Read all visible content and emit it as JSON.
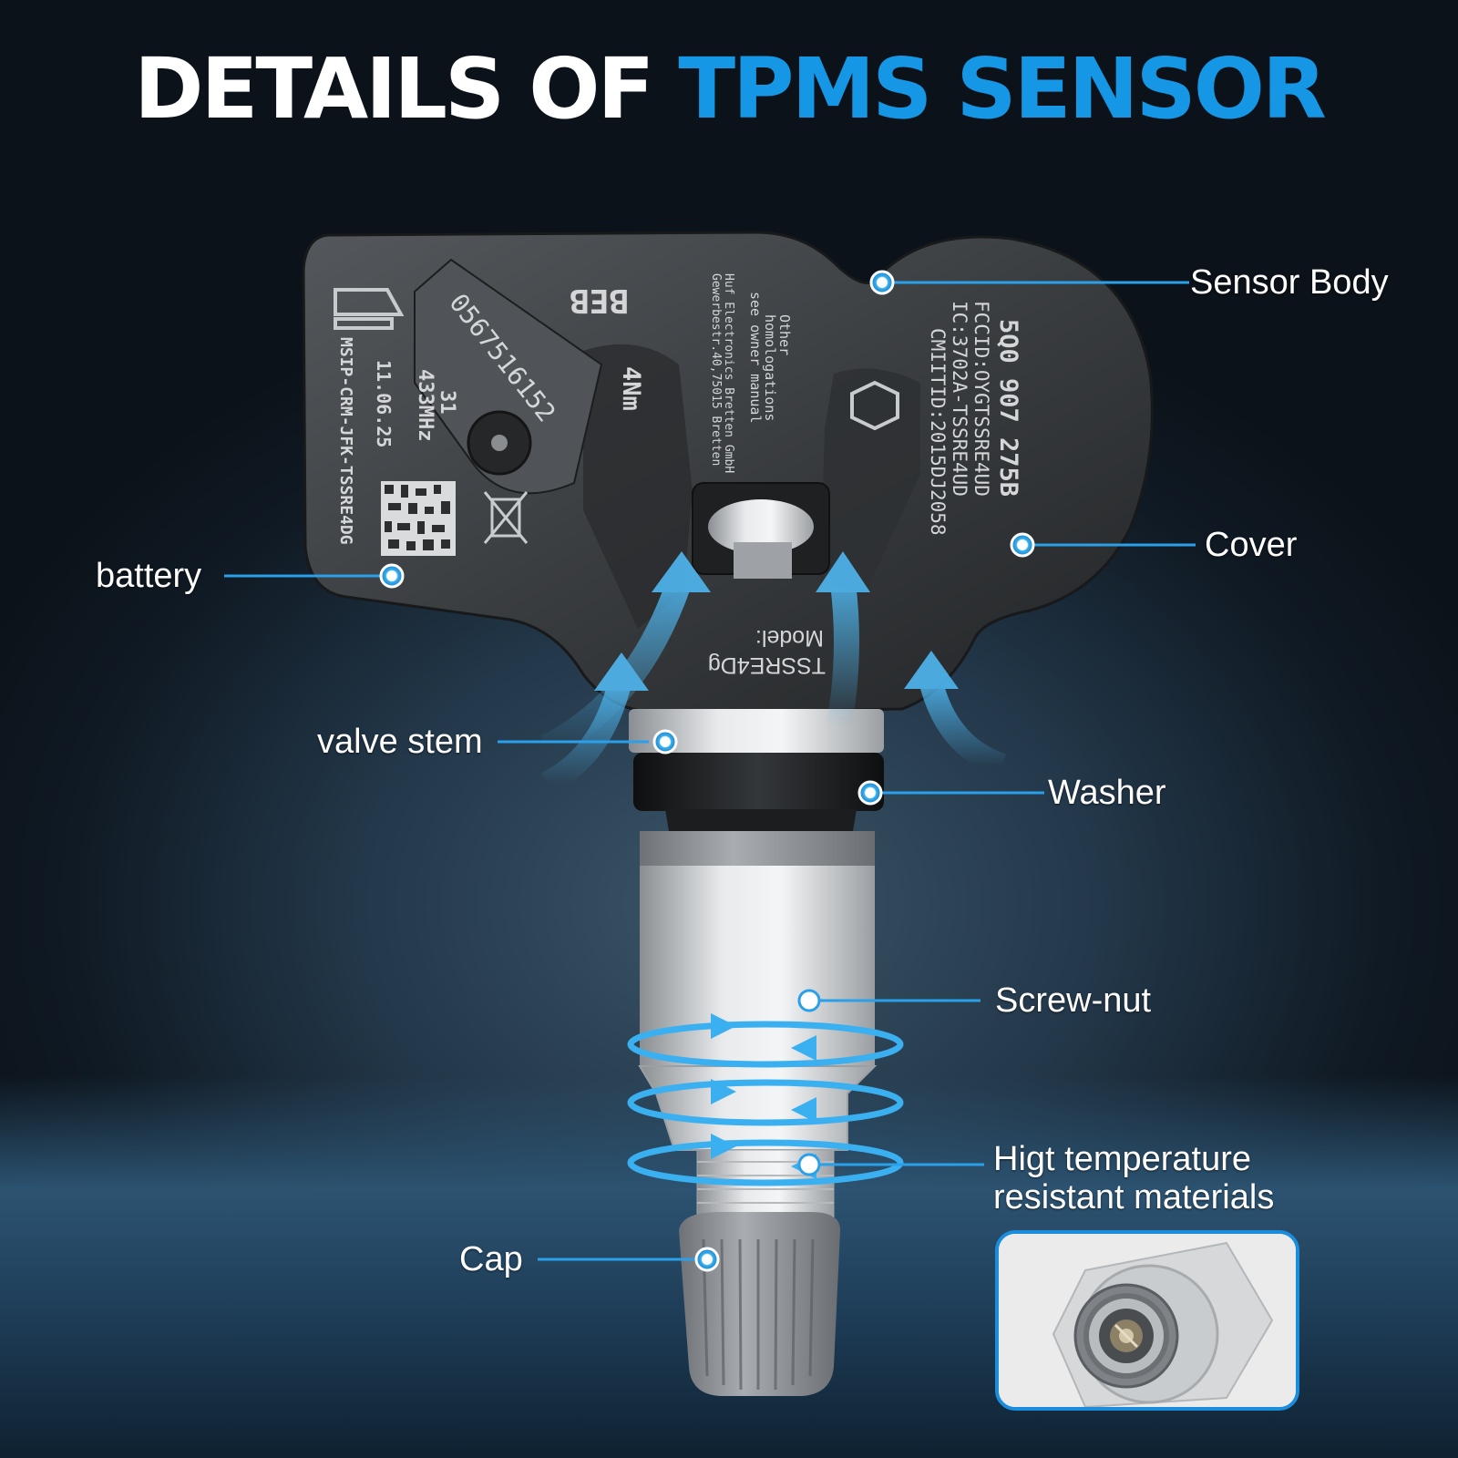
{
  "title": {
    "part1": "DETAILS OF",
    "part2": "TPMS SENSOR"
  },
  "labels": {
    "sensor_body": "Sensor Body",
    "cover": "Cover",
    "battery": "battery",
    "valve_stem": "valve stem",
    "washer": "Washer",
    "screw_nut": "Screw-nut",
    "high_temp_line1": "Higt temperature",
    "high_temp_line2": "resistant materials",
    "cap": "Cap"
  },
  "sensor_markings": {
    "part_number": "5Q0 907 275B",
    "fccid": "FCCID:OYGTSSRE4UD",
    "ic": "IC:3702A-TSSRE4UD",
    "cmiit": "CMIITID:2015DJ2058",
    "serial": "0567516152",
    "code": "BEB",
    "torque": "4Nm",
    "frequency": "433MHz",
    "date": "11.06.25",
    "number": "31",
    "msip": "MSIP-CRM-JFK-TSSRE4DG",
    "model_label": "Model:",
    "model": "TSSRE4Dg",
    "homologation_1": "Other",
    "homologation_2": "homologations",
    "homologation_3": "see owner manual",
    "maker_1": "Huf Electronics Bretten GmbH",
    "maker_2": "Gewerbestr.40,75015 Bretten"
  },
  "colors": {
    "accent": "#1597e5",
    "dot": "#3ab0f0",
    "text": "#ffffff"
  }
}
